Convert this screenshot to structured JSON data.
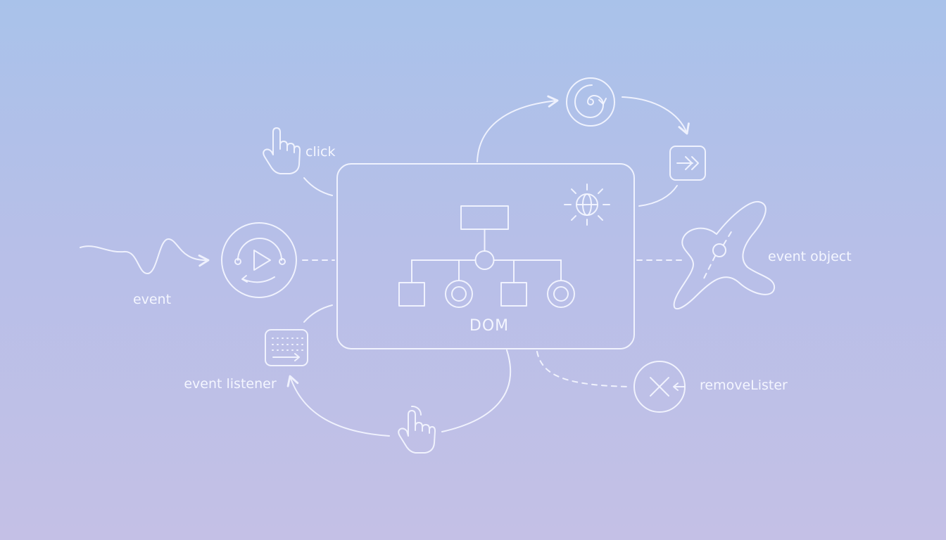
{
  "diagram": {
    "labels": {
      "click": "click",
      "event": "event",
      "dom": "DOM",
      "event_object": "event object",
      "event_listener": "event listener",
      "remove_listener": "removeLister"
    },
    "icons": [
      "pointing-hand-icon",
      "wave-signal-icon",
      "play-cycle-icon",
      "spiral-icon",
      "forward-arrow-icon",
      "globe-icon",
      "splash-blob-icon",
      "keyboard-icon",
      "tap-hand-icon",
      "remove-circle-icon"
    ],
    "colors": {
      "background_top": "#a9c2ea",
      "background_bottom": "#c4c0e6",
      "line": "#f4f6ff"
    }
  }
}
